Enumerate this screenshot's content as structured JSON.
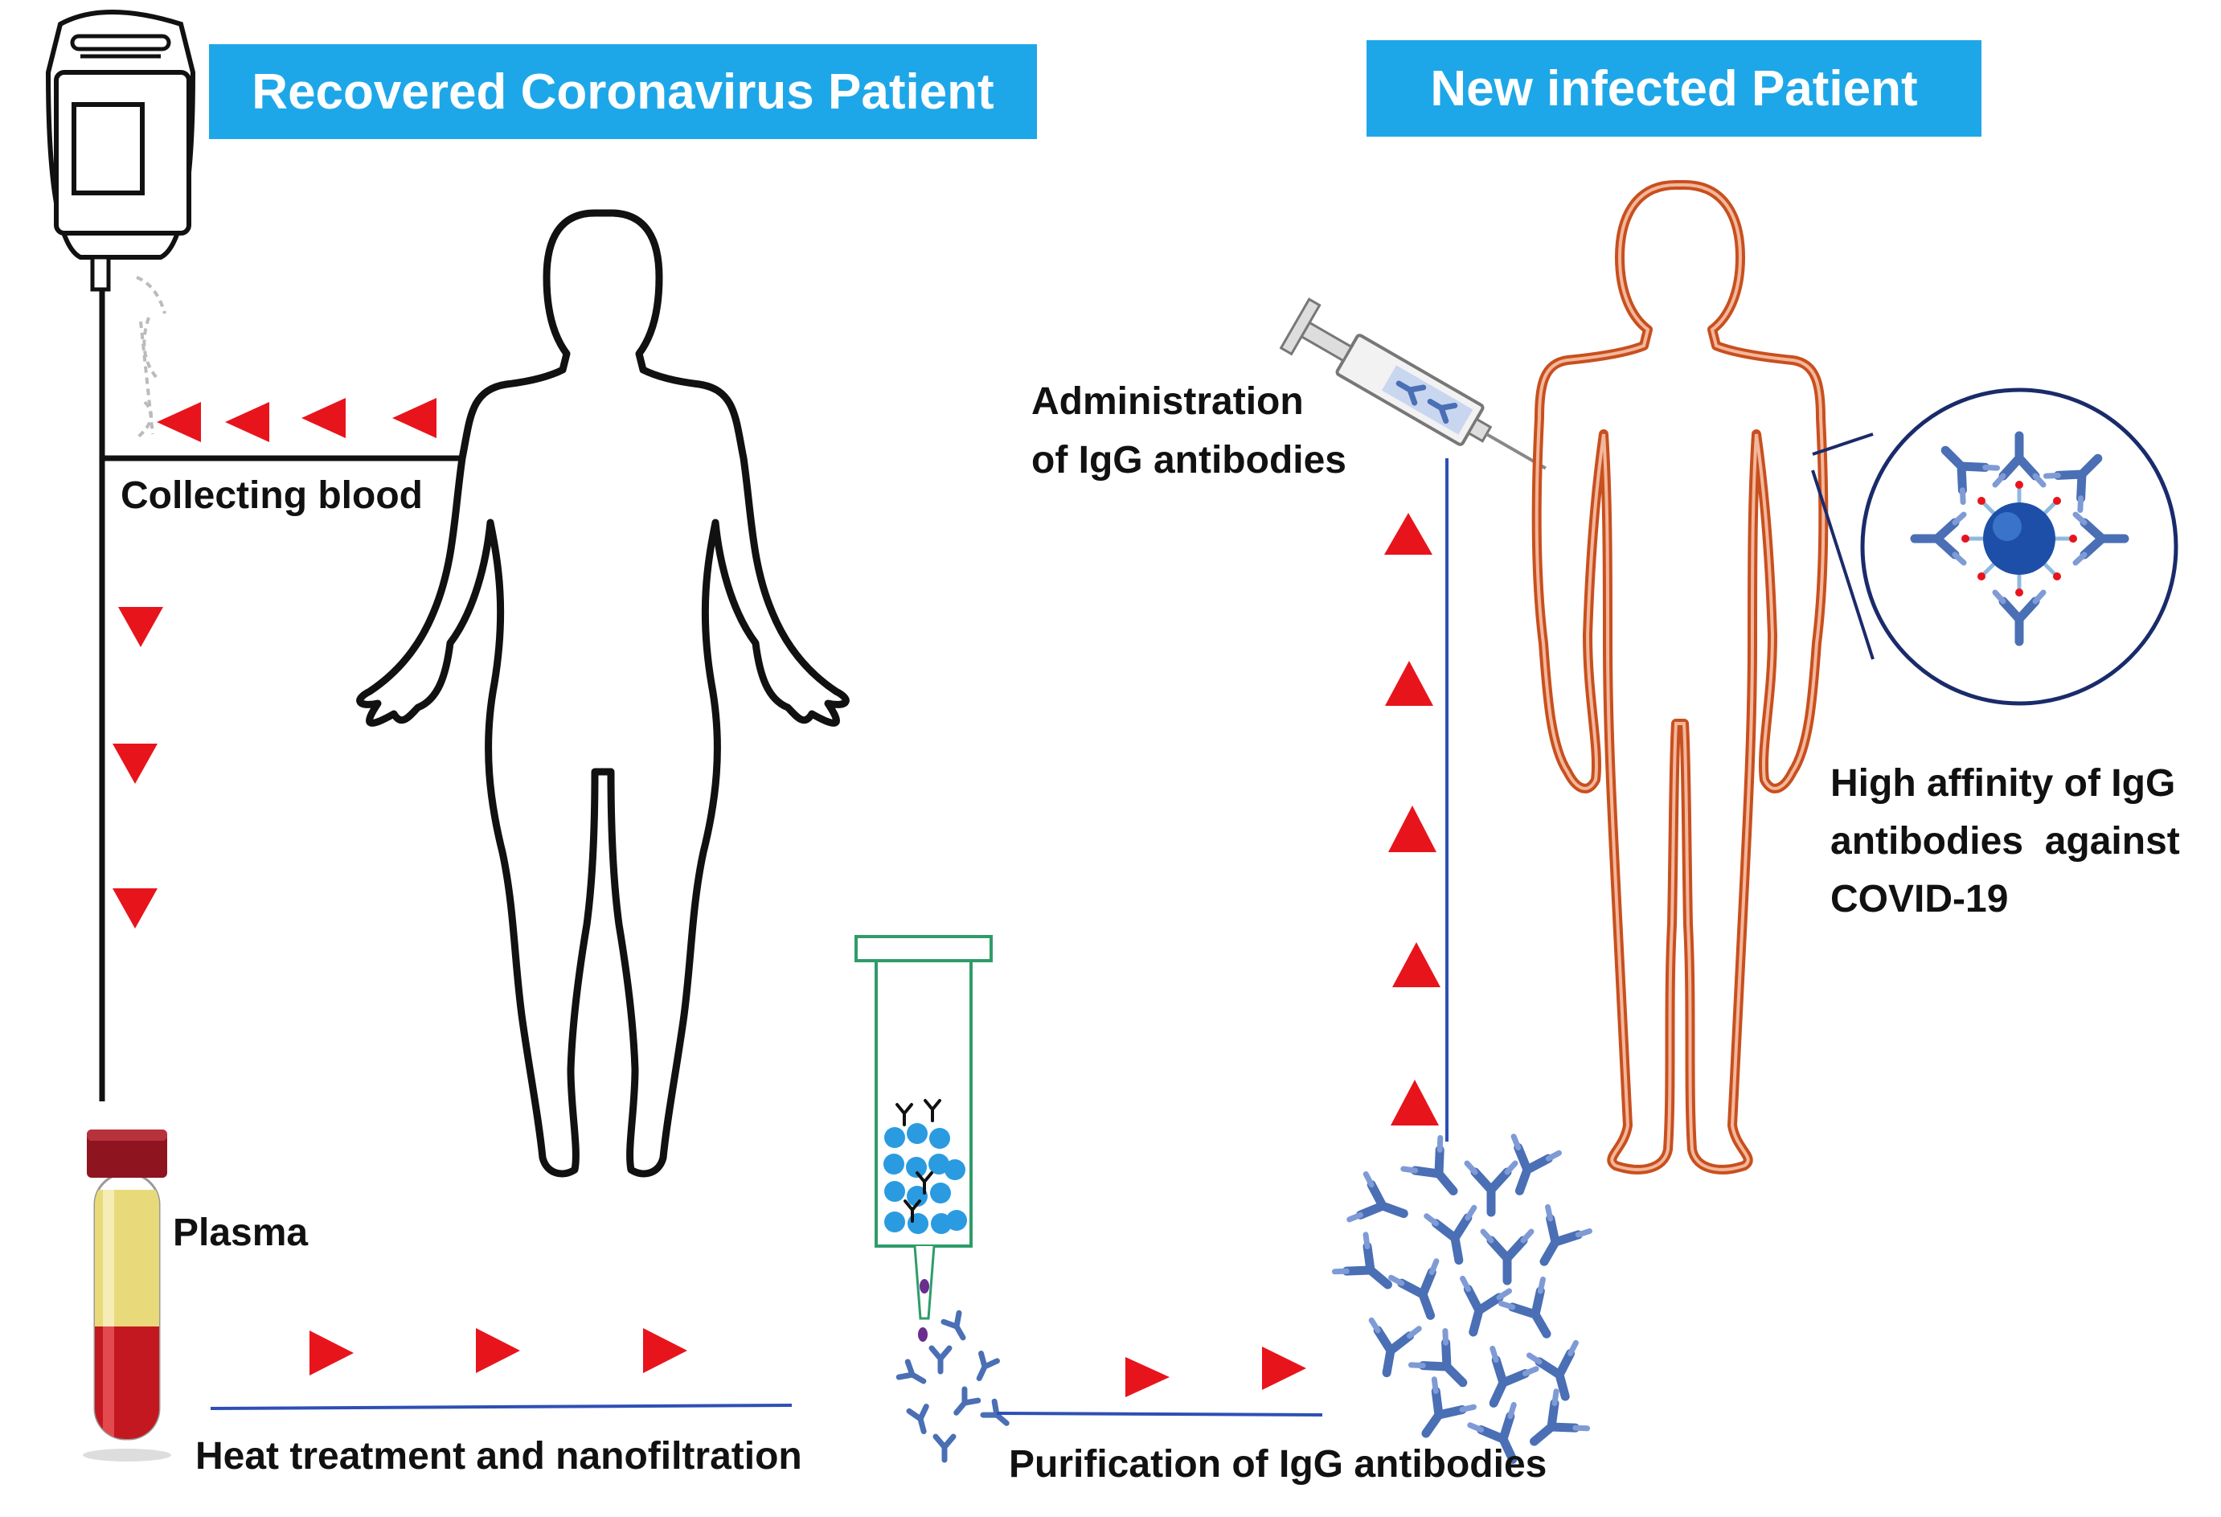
{
  "banners": {
    "recovered": "Recovered Coronavirus Patient",
    "infected": "New infected Patient"
  },
  "labels": {
    "collecting_blood": "Collecting blood",
    "administration_line1": "Administration",
    "administration_line2": "of IgG antibodies",
    "plasma": "Plasma",
    "heat_treatment": "Heat treatment and nanofiltration",
    "purification": "Purification of IgG antibodies",
    "affinity_line1": "High affinity of IgG",
    "affinity_line2": "antibodies  against",
    "affinity_line3": "COVID-19"
  },
  "colors": {
    "banner": "#1EA7E8",
    "arrow": "#E8141C",
    "infected_outline": "#C8501E",
    "antibody": "#4A6FB5",
    "flow_line": "#2E4FB5",
    "bead": "#2A9BE0",
    "virus": "#1E4FA8"
  },
  "icons": {
    "blood_bag": "blood-bag-icon",
    "recovered_patient": "human-silhouette-icon",
    "infected_patient": "human-silhouette-icon",
    "syringe": "syringe-icon",
    "plasma_tube": "blood-tube-icon",
    "column": "chromatography-column-icon",
    "antibody": "antibody-icon",
    "virus": "coronavirus-icon"
  }
}
